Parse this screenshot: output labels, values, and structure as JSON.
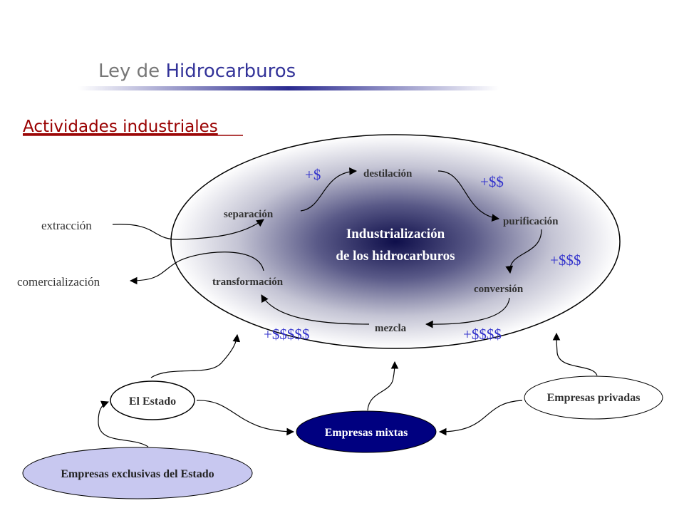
{
  "header": {
    "title_prefix": "Ley de ",
    "title_highlight": "Hidrocarburos",
    "subtitle": "Actividades industriales"
  },
  "center": {
    "line1": "Industrialización",
    "line2": "de los hidrocarburos"
  },
  "cycle": {
    "separacion": "separación",
    "destilacion": "destilación",
    "purificacion": "purificación",
    "conversion": "conversión",
    "mezcla": "mezcla",
    "transformacion": "transformación"
  },
  "values": {
    "v1": "+$",
    "v2": "+$$",
    "v3": "+$$$",
    "v4": "+$$$$",
    "v5": "+$$$$$"
  },
  "external": {
    "extraccion": "extracción",
    "comercializacion": "comercialización"
  },
  "actors": {
    "estado": "El Estado",
    "privadas": "Empresas privadas",
    "mixtas": "Empresas mixtas",
    "exclusivas": "Empresas exclusivas del Estado"
  },
  "colors": {
    "title_gray": "#777777",
    "title_blue": "#333399",
    "subtitle_red": "#990000",
    "value_blue": "#3333cc",
    "mixtas_fill": "#000080",
    "exclusivas_fill": "#c8c8f0"
  }
}
